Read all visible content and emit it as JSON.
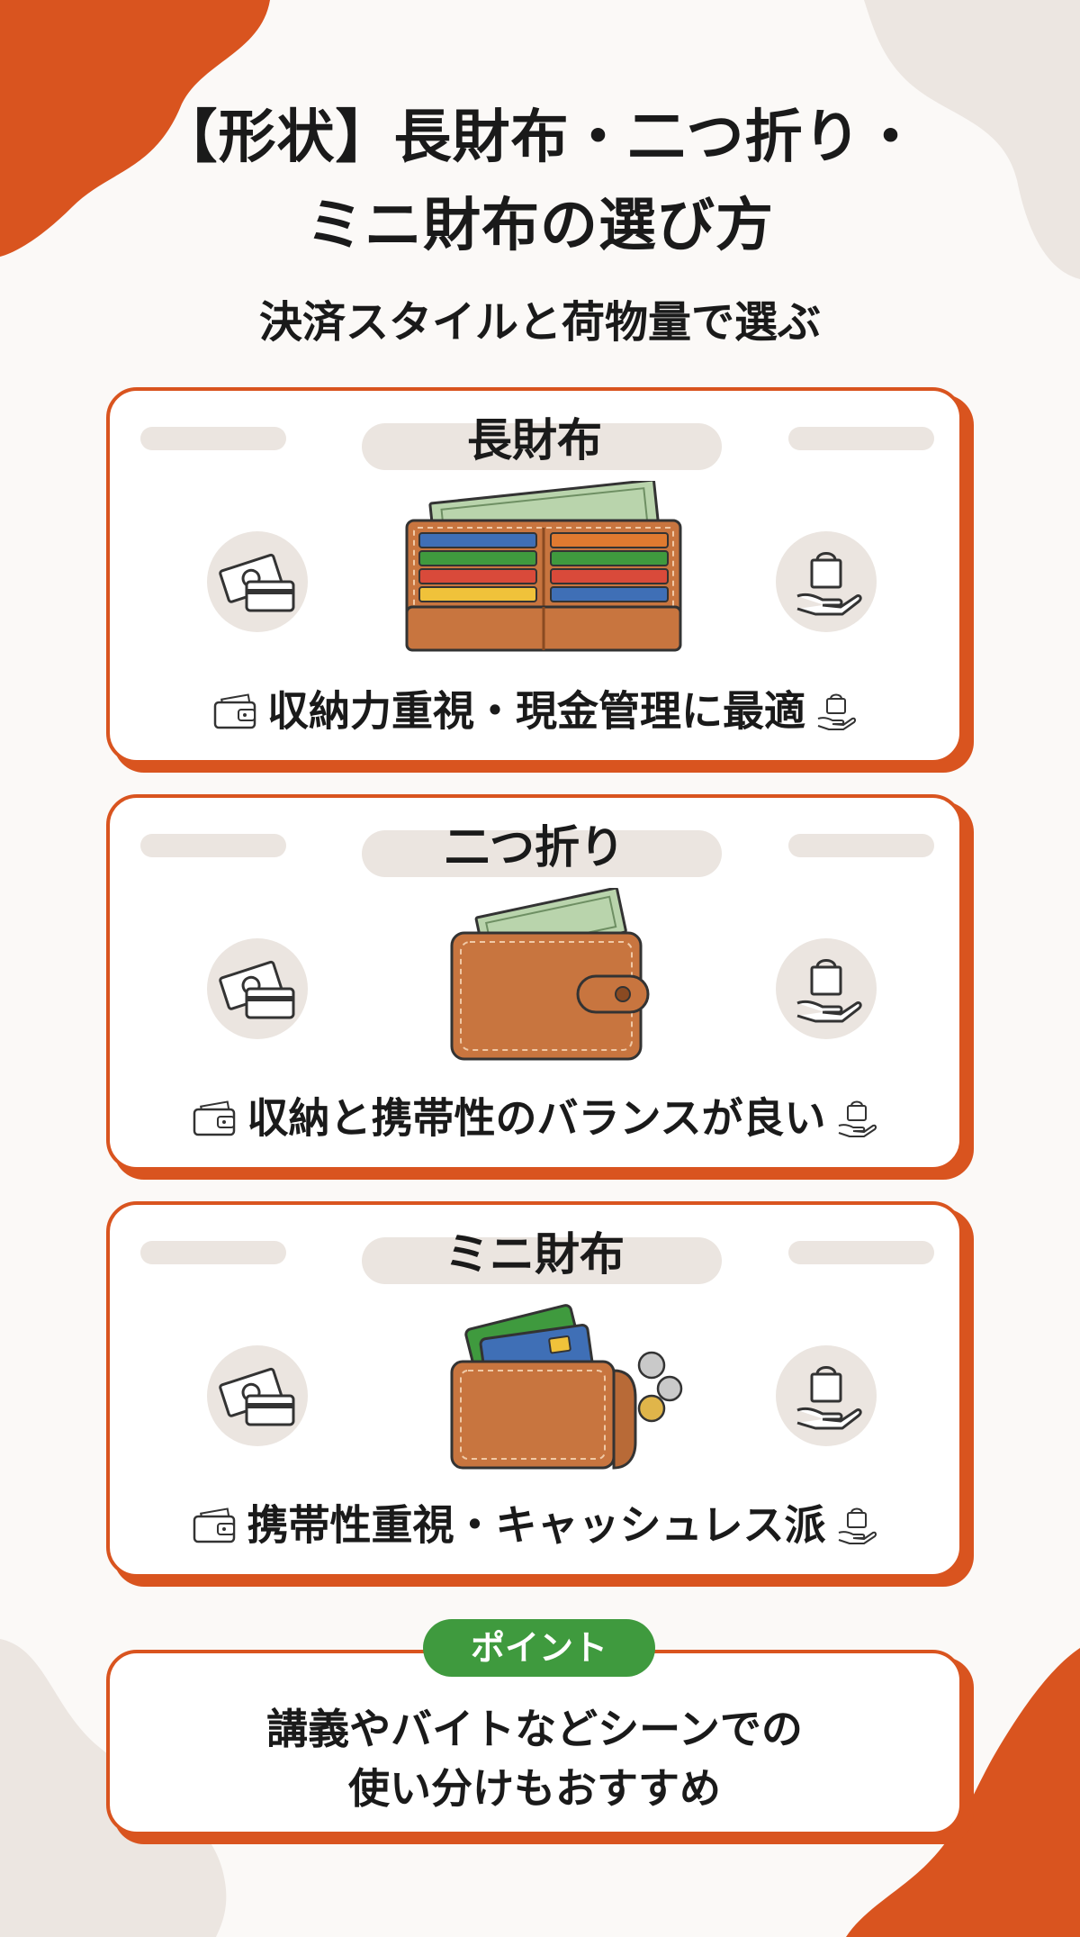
{
  "header": {
    "title_line1": "【形状】長財布・二つ折り・",
    "title_line2": "ミニ財布の選び方",
    "subtitle": "決済スタイルと荷物量で選ぶ"
  },
  "cards": [
    {
      "title": "長財布",
      "caption": "収納力重視・現金管理に最適",
      "wallet": "long-wallet"
    },
    {
      "title": "二つ折り",
      "caption": "収納と携帯性のバランスが良い",
      "wallet": "bifold-wallet"
    },
    {
      "title": "ミニ財布",
      "caption": "携帯性重視・キャッシュレス派",
      "wallet": "mini-wallet"
    }
  ],
  "point": {
    "badge": "ポイント",
    "line1": "講義やバイトなどシーンでの",
    "line2": "使い分けもおすすめ"
  },
  "icons": {
    "left": "cash-and-card-icon",
    "right": "shopping-bag-hand-icon",
    "caption_left": "wallet-mini-icon",
    "caption_right": "bag-hand-mini-icon"
  },
  "colors": {
    "accent": "#d9541f",
    "badge_green": "#3f9a3e",
    "pill_gray": "#ebe5e0",
    "leather": "#c8753f",
    "background": "#fbf9f7"
  }
}
